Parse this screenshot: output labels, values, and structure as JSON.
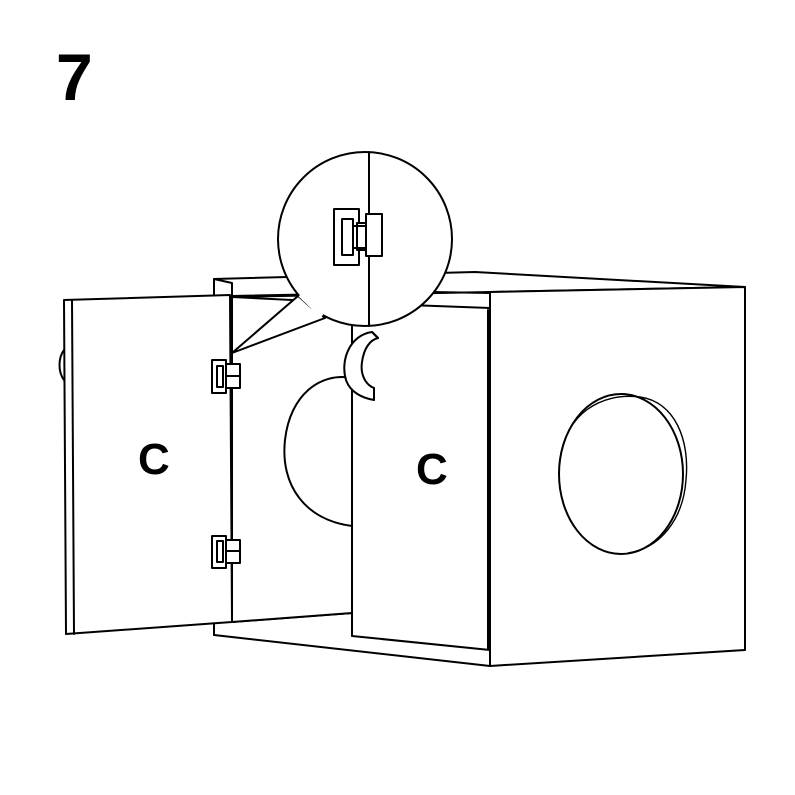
{
  "step": {
    "number": "7"
  },
  "parts": {
    "left_door_label": "C",
    "right_door_label": "C"
  },
  "colors": {
    "line": "#000000",
    "background": "#ffffff"
  },
  "icons": {
    "hinge": "hinge-icon",
    "detail_callout": "magnifier-callout-icon",
    "handle": "door-handle-icon"
  }
}
